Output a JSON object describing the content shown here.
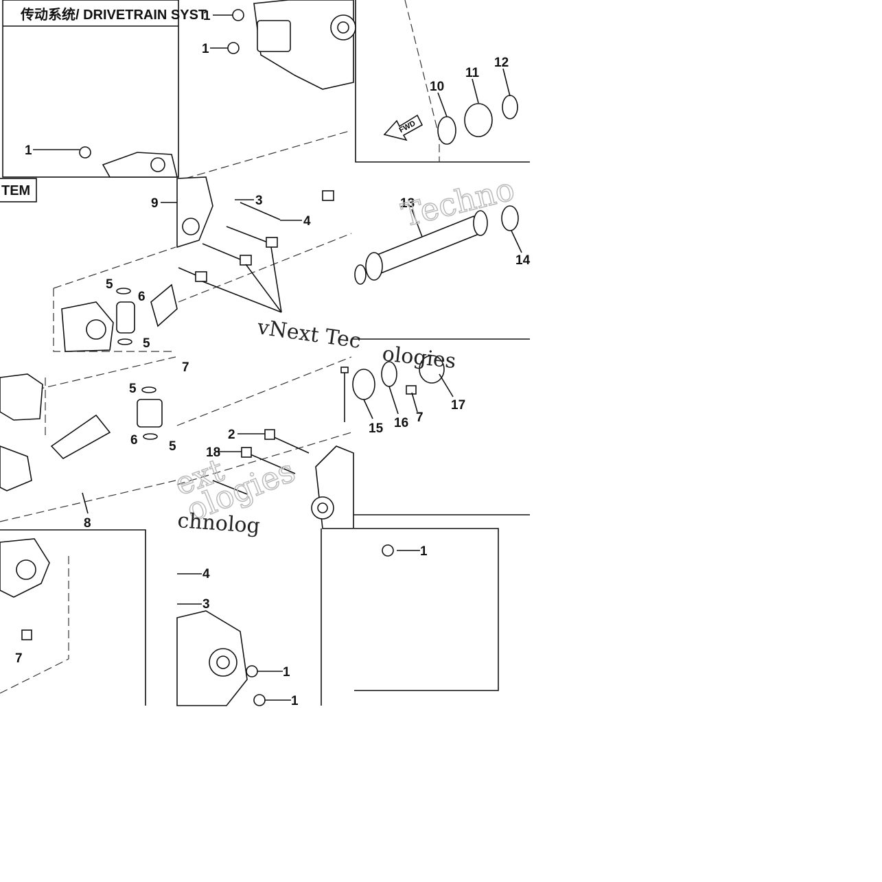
{
  "header": {
    "title": "传动系统/ DRIVETRAIN SYST",
    "title_fragment": "TEM",
    "fwd_label": "FWD"
  },
  "watermarks": {
    "brand_full": "vNext Tec",
    "brand_outline_1": "Techno",
    "brand_outline_2": "ext",
    "brand_outline_3": "ologies",
    "brand_dark": "ologies",
    "brand_dark_2": "chnolog"
  },
  "callouts": [
    {
      "id": "c1a",
      "label": "1"
    },
    {
      "id": "c1b",
      "label": "1"
    },
    {
      "id": "c1c",
      "label": "1"
    },
    {
      "id": "c1d",
      "label": "1"
    },
    {
      "id": "c1e",
      "label": "1"
    },
    {
      "id": "c1f",
      "label": "1"
    },
    {
      "id": "c2",
      "label": "2"
    },
    {
      "id": "c3a",
      "label": "3"
    },
    {
      "id": "c3b",
      "label": "3"
    },
    {
      "id": "c4a",
      "label": "4"
    },
    {
      "id": "c4b",
      "label": "4"
    },
    {
      "id": "c5a",
      "label": "5"
    },
    {
      "id": "c5b",
      "label": "5"
    },
    {
      "id": "c5c",
      "label": "5"
    },
    {
      "id": "c5d",
      "label": "5"
    },
    {
      "id": "c6a",
      "label": "6"
    },
    {
      "id": "c6b",
      "label": "6"
    },
    {
      "id": "c7a",
      "label": "7"
    },
    {
      "id": "c7b",
      "label": "7"
    },
    {
      "id": "c7c",
      "label": "7"
    },
    {
      "id": "c8",
      "label": "8"
    },
    {
      "id": "c9",
      "label": "9"
    },
    {
      "id": "c10",
      "label": "10"
    },
    {
      "id": "c11",
      "label": "11"
    },
    {
      "id": "c12",
      "label": "12"
    },
    {
      "id": "c13",
      "label": "13"
    },
    {
      "id": "c14",
      "label": "14"
    },
    {
      "id": "c15",
      "label": "15"
    },
    {
      "id": "c16",
      "label": "16"
    },
    {
      "id": "c17",
      "label": "17"
    },
    {
      "id": "c18",
      "label": "18"
    }
  ]
}
